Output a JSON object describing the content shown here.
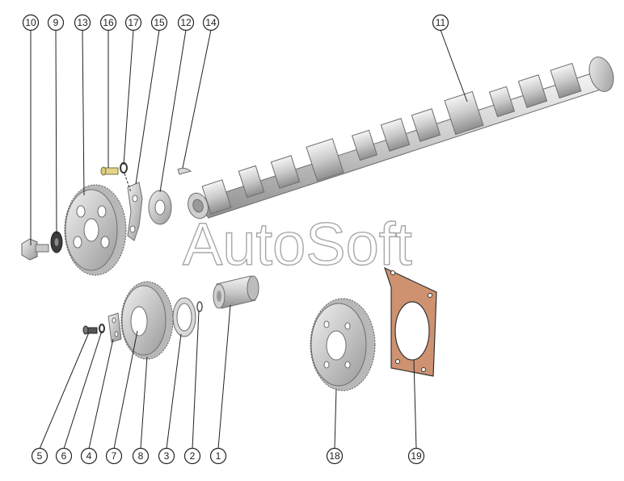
{
  "watermark": "AutoSoft",
  "callouts": {
    "c1": "1",
    "c2": "2",
    "c3": "3",
    "c4": "4",
    "c5": "5",
    "c6": "6",
    "c7": "7",
    "c8": "8",
    "c9": "9",
    "c10": "10",
    "c11": "11",
    "c12": "12",
    "c13": "13",
    "c14": "14",
    "c15": "15",
    "c16": "16",
    "c17": "17",
    "c18": "18",
    "c19": "19"
  }
}
